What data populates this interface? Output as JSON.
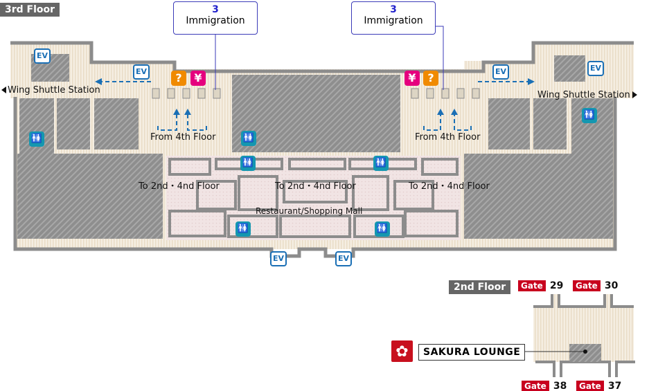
{
  "floors": {
    "third": "3rd Floor",
    "second": "2nd Floor"
  },
  "immigration": [
    {
      "number": "3",
      "label": "Immigration"
    },
    {
      "number": "3",
      "label": "Immigration"
    }
  ],
  "labels": {
    "shuttle_left": "Wing Shuttle Station",
    "shuttle_right": "Wing Shuttle Station",
    "from_4th_left": "From 4th Floor",
    "from_4th_right": "From 4th Floor",
    "to_2nd_4th": "To 2nd・4nd Floor",
    "mall": "Restaurant/Shopping Mall"
  },
  "icons": {
    "ev": "EV",
    "info": "?",
    "exchange": "¥"
  },
  "gates": [
    {
      "word": "Gate",
      "number": "29"
    },
    {
      "word": "Gate",
      "number": "30"
    },
    {
      "word": "Gate",
      "number": "38"
    },
    {
      "word": "Gate",
      "number": "37"
    }
  ],
  "lounge": {
    "name": "SAKURA LOUNGE",
    "logo_text": "Sakura Lounge"
  },
  "colors": {
    "floor": "#f3ebdc",
    "wall": "#8c8c8c",
    "ev": "#1a6fb5",
    "info": "#f08a00",
    "exchange": "#e5007e",
    "restroom": "#1497b0",
    "gate": "#c8001e",
    "route": "#1a6fb5"
  }
}
